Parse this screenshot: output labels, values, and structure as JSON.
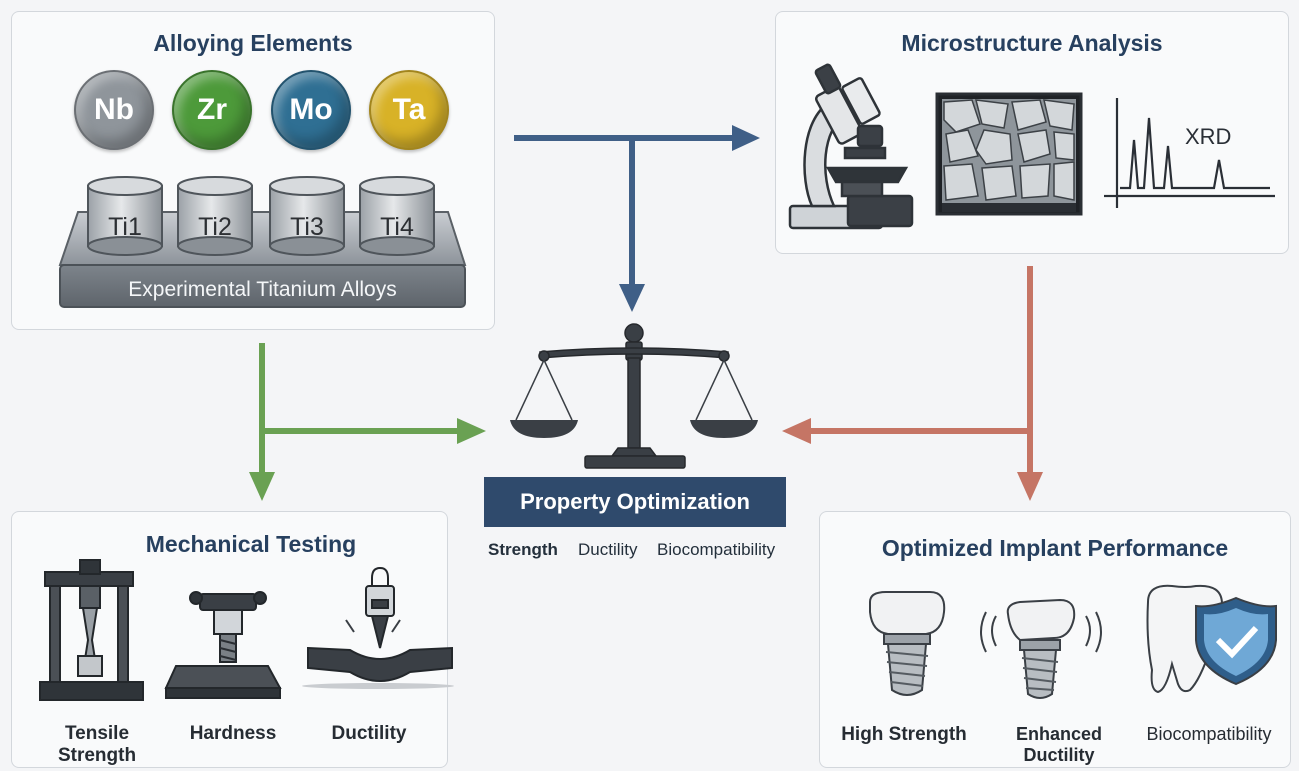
{
  "alloying": {
    "title": "Alloying Elements",
    "elements": [
      {
        "symbol": "Nb",
        "color": "#8f959b"
      },
      {
        "symbol": "Zr",
        "color": "#4d9a3a"
      },
      {
        "symbol": "Mo",
        "color": "#2f6f93"
      },
      {
        "symbol": "Ta",
        "color": "#d8b227"
      }
    ],
    "samples": [
      "Ti1",
      "Ti2",
      "Ti3",
      "Ti4"
    ],
    "tray_label": "Experimental Titanium Alloys"
  },
  "microstructure": {
    "title": "Microstructure Analysis",
    "xrd_label": "XRD"
  },
  "optimization": {
    "title": "Property Optimization",
    "properties": [
      "Strength",
      "Ductility",
      "Biocompatibility"
    ]
  },
  "mechanical": {
    "title": "Mechanical Testing",
    "tests": [
      "Tensile Strength",
      "Hardness",
      "Ductility"
    ]
  },
  "implant": {
    "title": "Optimized Implant Performance",
    "outcomes": [
      "High Strength",
      "Enhanced Ductility",
      "Biocompatibility"
    ]
  },
  "colors": {
    "arrow_blue": "#3f5f87",
    "arrow_green": "#6aa153",
    "arrow_red": "#c57565",
    "dark_box": "#2f4a6c"
  }
}
